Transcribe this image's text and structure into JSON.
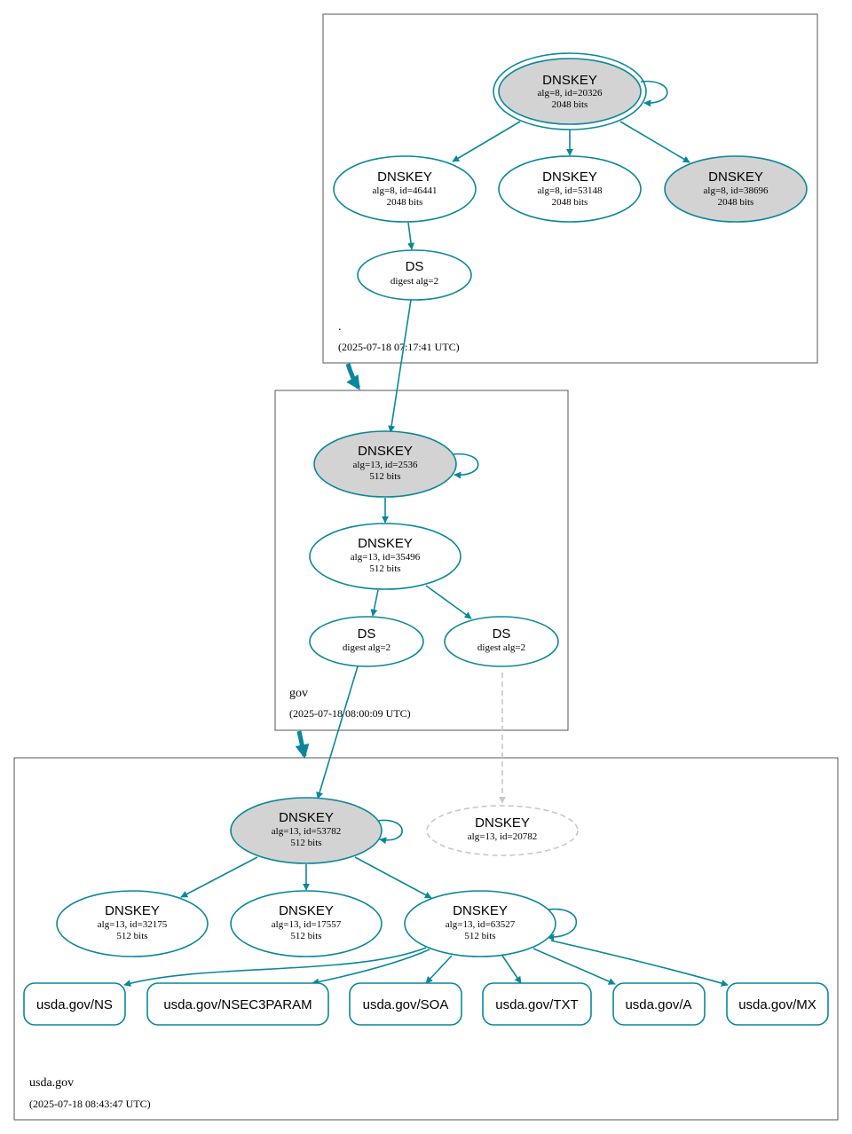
{
  "colors": {
    "edge": "#0a879a",
    "trust_fill": "#d3d3d3",
    "box_stroke": "#545454",
    "missing": "#c8c8c8"
  },
  "zones": {
    "root": {
      "name": ".",
      "timestamp": "(2025-07-18 07:17:41 UTC)"
    },
    "gov": {
      "name": "gov",
      "timestamp": "(2025-07-18 08:00:09 UTC)"
    },
    "usda": {
      "name": "usda.gov",
      "timestamp": "(2025-07-18 08:43:47 UTC)"
    }
  },
  "nodes": {
    "root_ksk": {
      "title": "DNSKEY",
      "line1": "alg=8, id=20326",
      "line2": "2048 bits"
    },
    "root_zsk1": {
      "title": "DNSKEY",
      "line1": "alg=8, id=46441",
      "line2": "2048 bits"
    },
    "root_zsk2": {
      "title": "DNSKEY",
      "line1": "alg=8, id=53148",
      "line2": "2048 bits"
    },
    "root_zsk3": {
      "title": "DNSKEY",
      "line1": "alg=8, id=38696",
      "line2": "2048 bits"
    },
    "root_ds": {
      "title": "DS",
      "line1": "digest alg=2"
    },
    "gov_ksk": {
      "title": "DNSKEY",
      "line1": "alg=13, id=2536",
      "line2": "512 bits"
    },
    "gov_zsk": {
      "title": "DNSKEY",
      "line1": "alg=13, id=35496",
      "line2": "512 bits"
    },
    "gov_ds1": {
      "title": "DS",
      "line1": "digest alg=2"
    },
    "gov_ds2": {
      "title": "DS",
      "line1": "digest alg=2"
    },
    "usda_ksk": {
      "title": "DNSKEY",
      "line1": "alg=13, id=53782",
      "line2": "512 bits"
    },
    "usda_missing": {
      "title": "DNSKEY",
      "line1": "alg=13, id=20782"
    },
    "usda_k1": {
      "title": "DNSKEY",
      "line1": "alg=13, id=32175",
      "line2": "512 bits"
    },
    "usda_k2": {
      "title": "DNSKEY",
      "line1": "alg=13, id=17557",
      "line2": "512 bits"
    },
    "usda_zsk": {
      "title": "DNSKEY",
      "line1": "alg=13, id=63527",
      "line2": "512 bits"
    }
  },
  "rrsets": {
    "ns": "usda.gov/NS",
    "nsec3param": "usda.gov/NSEC3PARAM",
    "soa": "usda.gov/SOA",
    "txt": "usda.gov/TXT",
    "a": "usda.gov/A",
    "mx": "usda.gov/MX"
  }
}
